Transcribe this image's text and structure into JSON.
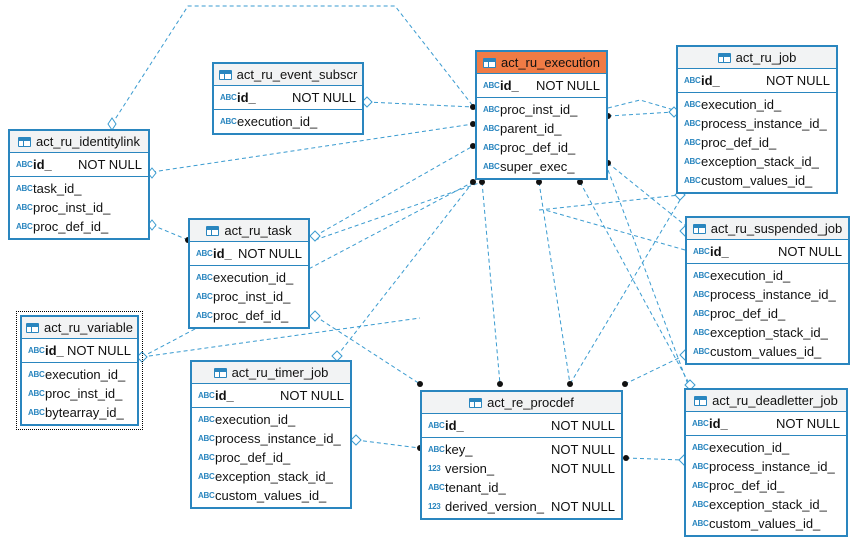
{
  "tables": {
    "execution": {
      "title": "act_ru_execution",
      "pk": {
        "icon": "ABC",
        "name": "id_",
        "constraint": "NOT NULL"
      },
      "cols": [
        {
          "icon": "ABC",
          "name": "proc_inst_id_"
        },
        {
          "icon": "ABC",
          "name": "parent_id_"
        },
        {
          "icon": "ABC",
          "name": "proc_def_id_"
        },
        {
          "icon": "ABC",
          "name": "super_exec_"
        }
      ]
    },
    "event_subscr": {
      "title": "act_ru_event_subscr",
      "pk": {
        "icon": "ABC",
        "name": "id_",
        "constraint": "NOT NULL"
      },
      "cols": [
        {
          "icon": "ABC",
          "name": "execution_id_"
        }
      ]
    },
    "identitylink": {
      "title": "act_ru_identitylink",
      "pk": {
        "icon": "ABC",
        "name": "id_",
        "constraint": "NOT NULL"
      },
      "cols": [
        {
          "icon": "ABC",
          "name": "task_id_"
        },
        {
          "icon": "ABC",
          "name": "proc_inst_id_"
        },
        {
          "icon": "ABC",
          "name": "proc_def_id_"
        }
      ]
    },
    "task": {
      "title": "act_ru_task",
      "pk": {
        "icon": "ABC",
        "name": "id_",
        "constraint": "NOT NULL"
      },
      "cols": [
        {
          "icon": "ABC",
          "name": "execution_id_"
        },
        {
          "icon": "ABC",
          "name": "proc_inst_id_"
        },
        {
          "icon": "ABC",
          "name": "proc_def_id_"
        }
      ]
    },
    "variable": {
      "title": "act_ru_variable",
      "pk": {
        "icon": "ABC",
        "name": "id_",
        "constraint": "NOT NULL"
      },
      "cols": [
        {
          "icon": "ABC",
          "name": "execution_id_"
        },
        {
          "icon": "ABC",
          "name": "proc_inst_id_"
        },
        {
          "icon": "ABC",
          "name": "bytearray_id_"
        }
      ]
    },
    "timer_job": {
      "title": "act_ru_timer_job",
      "pk": {
        "icon": "ABC",
        "name": "id_",
        "constraint": "NOT NULL"
      },
      "cols": [
        {
          "icon": "ABC",
          "name": "execution_id_"
        },
        {
          "icon": "ABC",
          "name": "process_instance_id_"
        },
        {
          "icon": "ABC",
          "name": "proc_def_id_"
        },
        {
          "icon": "ABC",
          "name": "exception_stack_id_"
        },
        {
          "icon": "ABC",
          "name": "custom_values_id_"
        }
      ]
    },
    "procdef": {
      "title": "act_re_procdef",
      "pk": {
        "icon": "ABC",
        "name": "id_",
        "constraint": "NOT NULL"
      },
      "cols": [
        {
          "icon": "ABC",
          "name": "key_",
          "constraint": "NOT NULL"
        },
        {
          "icon": "123",
          "name": "version_",
          "constraint": "NOT NULL"
        },
        {
          "icon": "ABC",
          "name": "tenant_id_",
          "constraint": ""
        },
        {
          "icon": "123",
          "name": "derived_version_",
          "constraint": "NOT NULL"
        }
      ]
    },
    "job": {
      "title": "act_ru_job",
      "pk": {
        "icon": "ABC",
        "name": "id_",
        "constraint": "NOT NULL"
      },
      "cols": [
        {
          "icon": "ABC",
          "name": "execution_id_"
        },
        {
          "icon": "ABC",
          "name": "process_instance_id_"
        },
        {
          "icon": "ABC",
          "name": "proc_def_id_"
        },
        {
          "icon": "ABC",
          "name": "exception_stack_id_"
        },
        {
          "icon": "ABC",
          "name": "custom_values_id_"
        }
      ]
    },
    "suspended_job": {
      "title": "act_ru_suspended_job",
      "pk": {
        "icon": "ABC",
        "name": "id_",
        "constraint": "NOT NULL"
      },
      "cols": [
        {
          "icon": "ABC",
          "name": "execution_id_"
        },
        {
          "icon": "ABC",
          "name": "process_instance_id_"
        },
        {
          "icon": "ABC",
          "name": "proc_def_id_"
        },
        {
          "icon": "ABC",
          "name": "exception_stack_id_"
        },
        {
          "icon": "ABC",
          "name": "custom_values_id_"
        }
      ]
    },
    "deadletter_job": {
      "title": "act_ru_deadletter_job",
      "pk": {
        "icon": "ABC",
        "name": "id_",
        "constraint": "NOT NULL"
      },
      "cols": [
        {
          "icon": "ABC",
          "name": "execution_id_"
        },
        {
          "icon": "ABC",
          "name": "process_instance_id_"
        },
        {
          "icon": "ABC",
          "name": "proc_def_id_"
        },
        {
          "icon": "ABC",
          "name": "exception_stack_id_"
        },
        {
          "icon": "ABC",
          "name": "custom_values_id_"
        }
      ]
    }
  },
  "colors": {
    "line": "#3a9bd0",
    "border": "#2a86bf",
    "selected_header": "#f07b45",
    "header": "#f2f3f4"
  }
}
